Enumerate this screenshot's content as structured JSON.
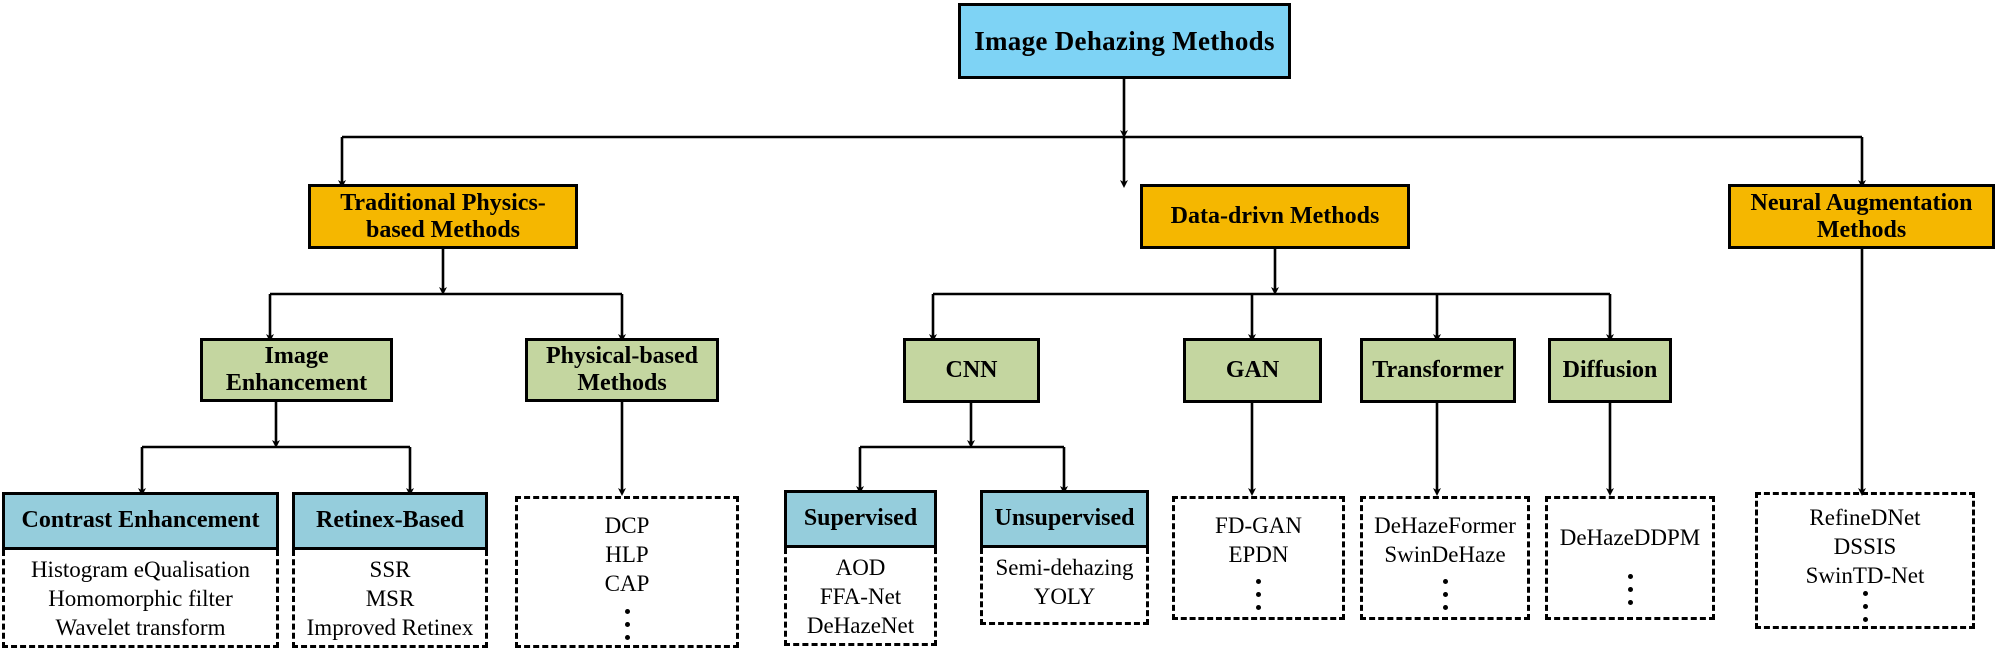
{
  "diagram": {
    "title": "Image Dehazing Methods Taxonomy",
    "colors": {
      "root_fill": "#7ed3f5",
      "level2_fill": "#f5b700",
      "level3_fill": "#c4d6a0",
      "leaf_header_fill": "#95cddc",
      "stroke": "#000000",
      "background": "#ffffff"
    },
    "root": {
      "label": "Image Dehazing Methods"
    },
    "level2": [
      {
        "label": "Traditional Physics-based Methods"
      },
      {
        "label": "Data-drivn Methods"
      },
      {
        "label": "Neural Augmentation Methods"
      }
    ],
    "level3": [
      {
        "label": "Image Enhancement"
      },
      {
        "label": "Physical-based Methods"
      },
      {
        "label": "CNN"
      },
      {
        "label": "GAN"
      },
      {
        "label": "Transformer"
      },
      {
        "label": "Diffusion"
      }
    ],
    "leaves": [
      {
        "header": "Contrast Enhancement",
        "items": [
          "Histogram eQualisation",
          "Homomorphic filter",
          "Wavelet transform"
        ],
        "ellipsis": false
      },
      {
        "header": "Retinex-Based",
        "items": [
          "SSR",
          "MSR",
          "Improved Retinex"
        ],
        "ellipsis": false
      },
      {
        "header": "",
        "items": [
          "DCP",
          "HLP",
          "CAP"
        ],
        "ellipsis": true
      },
      {
        "header": "Supervised",
        "items": [
          "AOD",
          "FFA-Net",
          "DeHazeNet"
        ],
        "ellipsis": false
      },
      {
        "header": "Unsupervised",
        "items": [
          "Semi-dehazing",
          "YOLY"
        ],
        "ellipsis": false
      },
      {
        "header": "",
        "items": [
          "FD-GAN",
          "EPDN"
        ],
        "ellipsis": true
      },
      {
        "header": "",
        "items": [
          "DeHazeFormer",
          "SwinDeHaze"
        ],
        "ellipsis": true
      },
      {
        "header": "",
        "items": [
          "DeHazeDDPM"
        ],
        "ellipsis": true
      },
      {
        "header": "",
        "items": [
          "RefineDNet",
          "DSSIS",
          "SwinTD-Net"
        ],
        "ellipsis": true
      }
    ]
  }
}
